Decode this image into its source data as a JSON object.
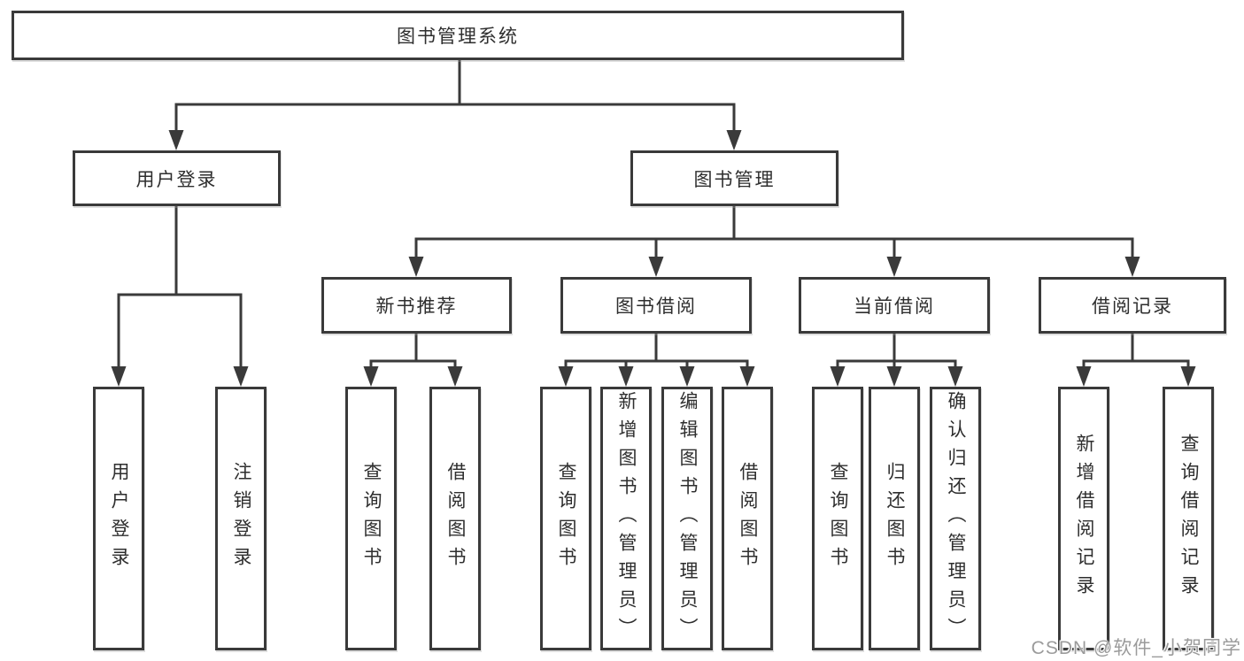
{
  "page": {
    "background_color": "#ffffff",
    "line_color": "#3a3a3a",
    "text_color": "#2e2e2e"
  },
  "tree": {
    "root": {
      "label": "图书管理系统"
    },
    "level2": [
      {
        "label": "用户登录"
      },
      {
        "label": "图书管理"
      }
    ],
    "level3": [
      {
        "label": "新书推荐",
        "parent": "图书管理"
      },
      {
        "label": "图书借阅",
        "parent": "图书管理"
      },
      {
        "label": "当前借阅",
        "parent": "图书管理"
      },
      {
        "label": "借阅记录",
        "parent": "图书管理"
      }
    ],
    "leaves": [
      {
        "label": "用户登录",
        "parent": "用户登录"
      },
      {
        "label": "注销登录",
        "parent": "用户登录"
      },
      {
        "label": "查询图书",
        "parent": "新书推荐"
      },
      {
        "label": "借阅图书",
        "parent": "新书推荐"
      },
      {
        "label": "查询图书",
        "parent": "图书借阅"
      },
      {
        "label": "新增图书（管理员）",
        "parent": "图书借阅"
      },
      {
        "label": "编辑图书（管理员）",
        "parent": "图书借阅"
      },
      {
        "label": "借阅图书",
        "parent": "图书借阅"
      },
      {
        "label": "查询图书",
        "parent": "当前借阅"
      },
      {
        "label": "归还图书",
        "parent": "当前借阅"
      },
      {
        "label": "确认归还（管理员）",
        "parent": "当前借阅"
      },
      {
        "label": "新增借阅记录",
        "parent": "借阅记录"
      },
      {
        "label": "查询借阅记录",
        "parent": "借阅记录"
      }
    ]
  },
  "watermark": {
    "text": "CSDN @软件_小贺同学",
    "color": "#9b9b9b"
  }
}
